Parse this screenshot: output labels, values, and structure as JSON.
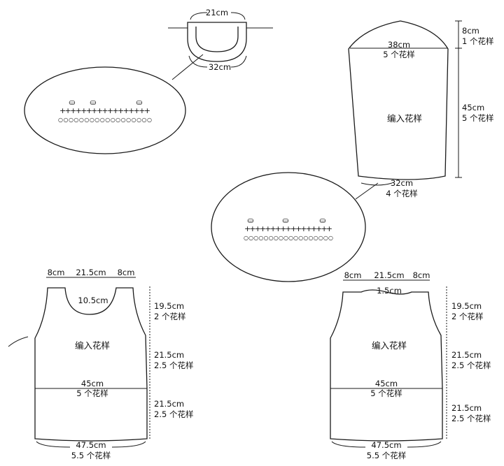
{
  "collar": {
    "top_width": "21cm",
    "bottom_width": "32cm"
  },
  "sleeve": {
    "cap_height": "8cm",
    "cap_repeats": "1 个花样",
    "upper_width": "38cm",
    "upper_repeats": "5 个花样",
    "body_height": "45cm",
    "body_repeats": "5 个花样",
    "pattern_label": "编入花样",
    "cuff_width": "32cm",
    "cuff_repeats": "4 个花样"
  },
  "back_panel": {
    "shoulder_left": "8cm",
    "neck_width": "21.5cm",
    "shoulder_right": "8cm",
    "neck_depth": "10.5cm",
    "armhole_height": "19.5cm",
    "armhole_repeats": "2 个花样",
    "upper_body_height": "21.5cm",
    "upper_body_repeats": "2.5 个花样",
    "pattern_label": "编入花样",
    "waist_width": "45cm",
    "waist_repeats": "5 个花样",
    "lower_body_height": "21.5cm",
    "lower_body_repeats": "2.5 个花样",
    "hem_width": "47.5cm",
    "hem_repeats": "5.5 个花样"
  },
  "front_panel": {
    "shoulder_left": "8cm",
    "neck_width": "21.5cm",
    "shoulder_right": "8cm",
    "neck_depth": "1.5cm",
    "armhole_height": "19.5cm",
    "armhole_repeats": "2 个花样",
    "upper_body_height": "21.5cm",
    "upper_body_repeats": "2.5 个花样",
    "pattern_label": "编入花样",
    "waist_width": "45cm",
    "waist_repeats": "5 个花样",
    "lower_body_height": "21.5cm",
    "lower_body_repeats": "2.5 个花样",
    "hem_width": "47.5cm",
    "hem_repeats": "5.5 个花样"
  },
  "stitch_detail": {
    "shell_symbol": "⛀",
    "single_crochet_row": "+++++++++++++++++",
    "chain_row": "○○○○○○○○○○○○○○○○○○"
  }
}
